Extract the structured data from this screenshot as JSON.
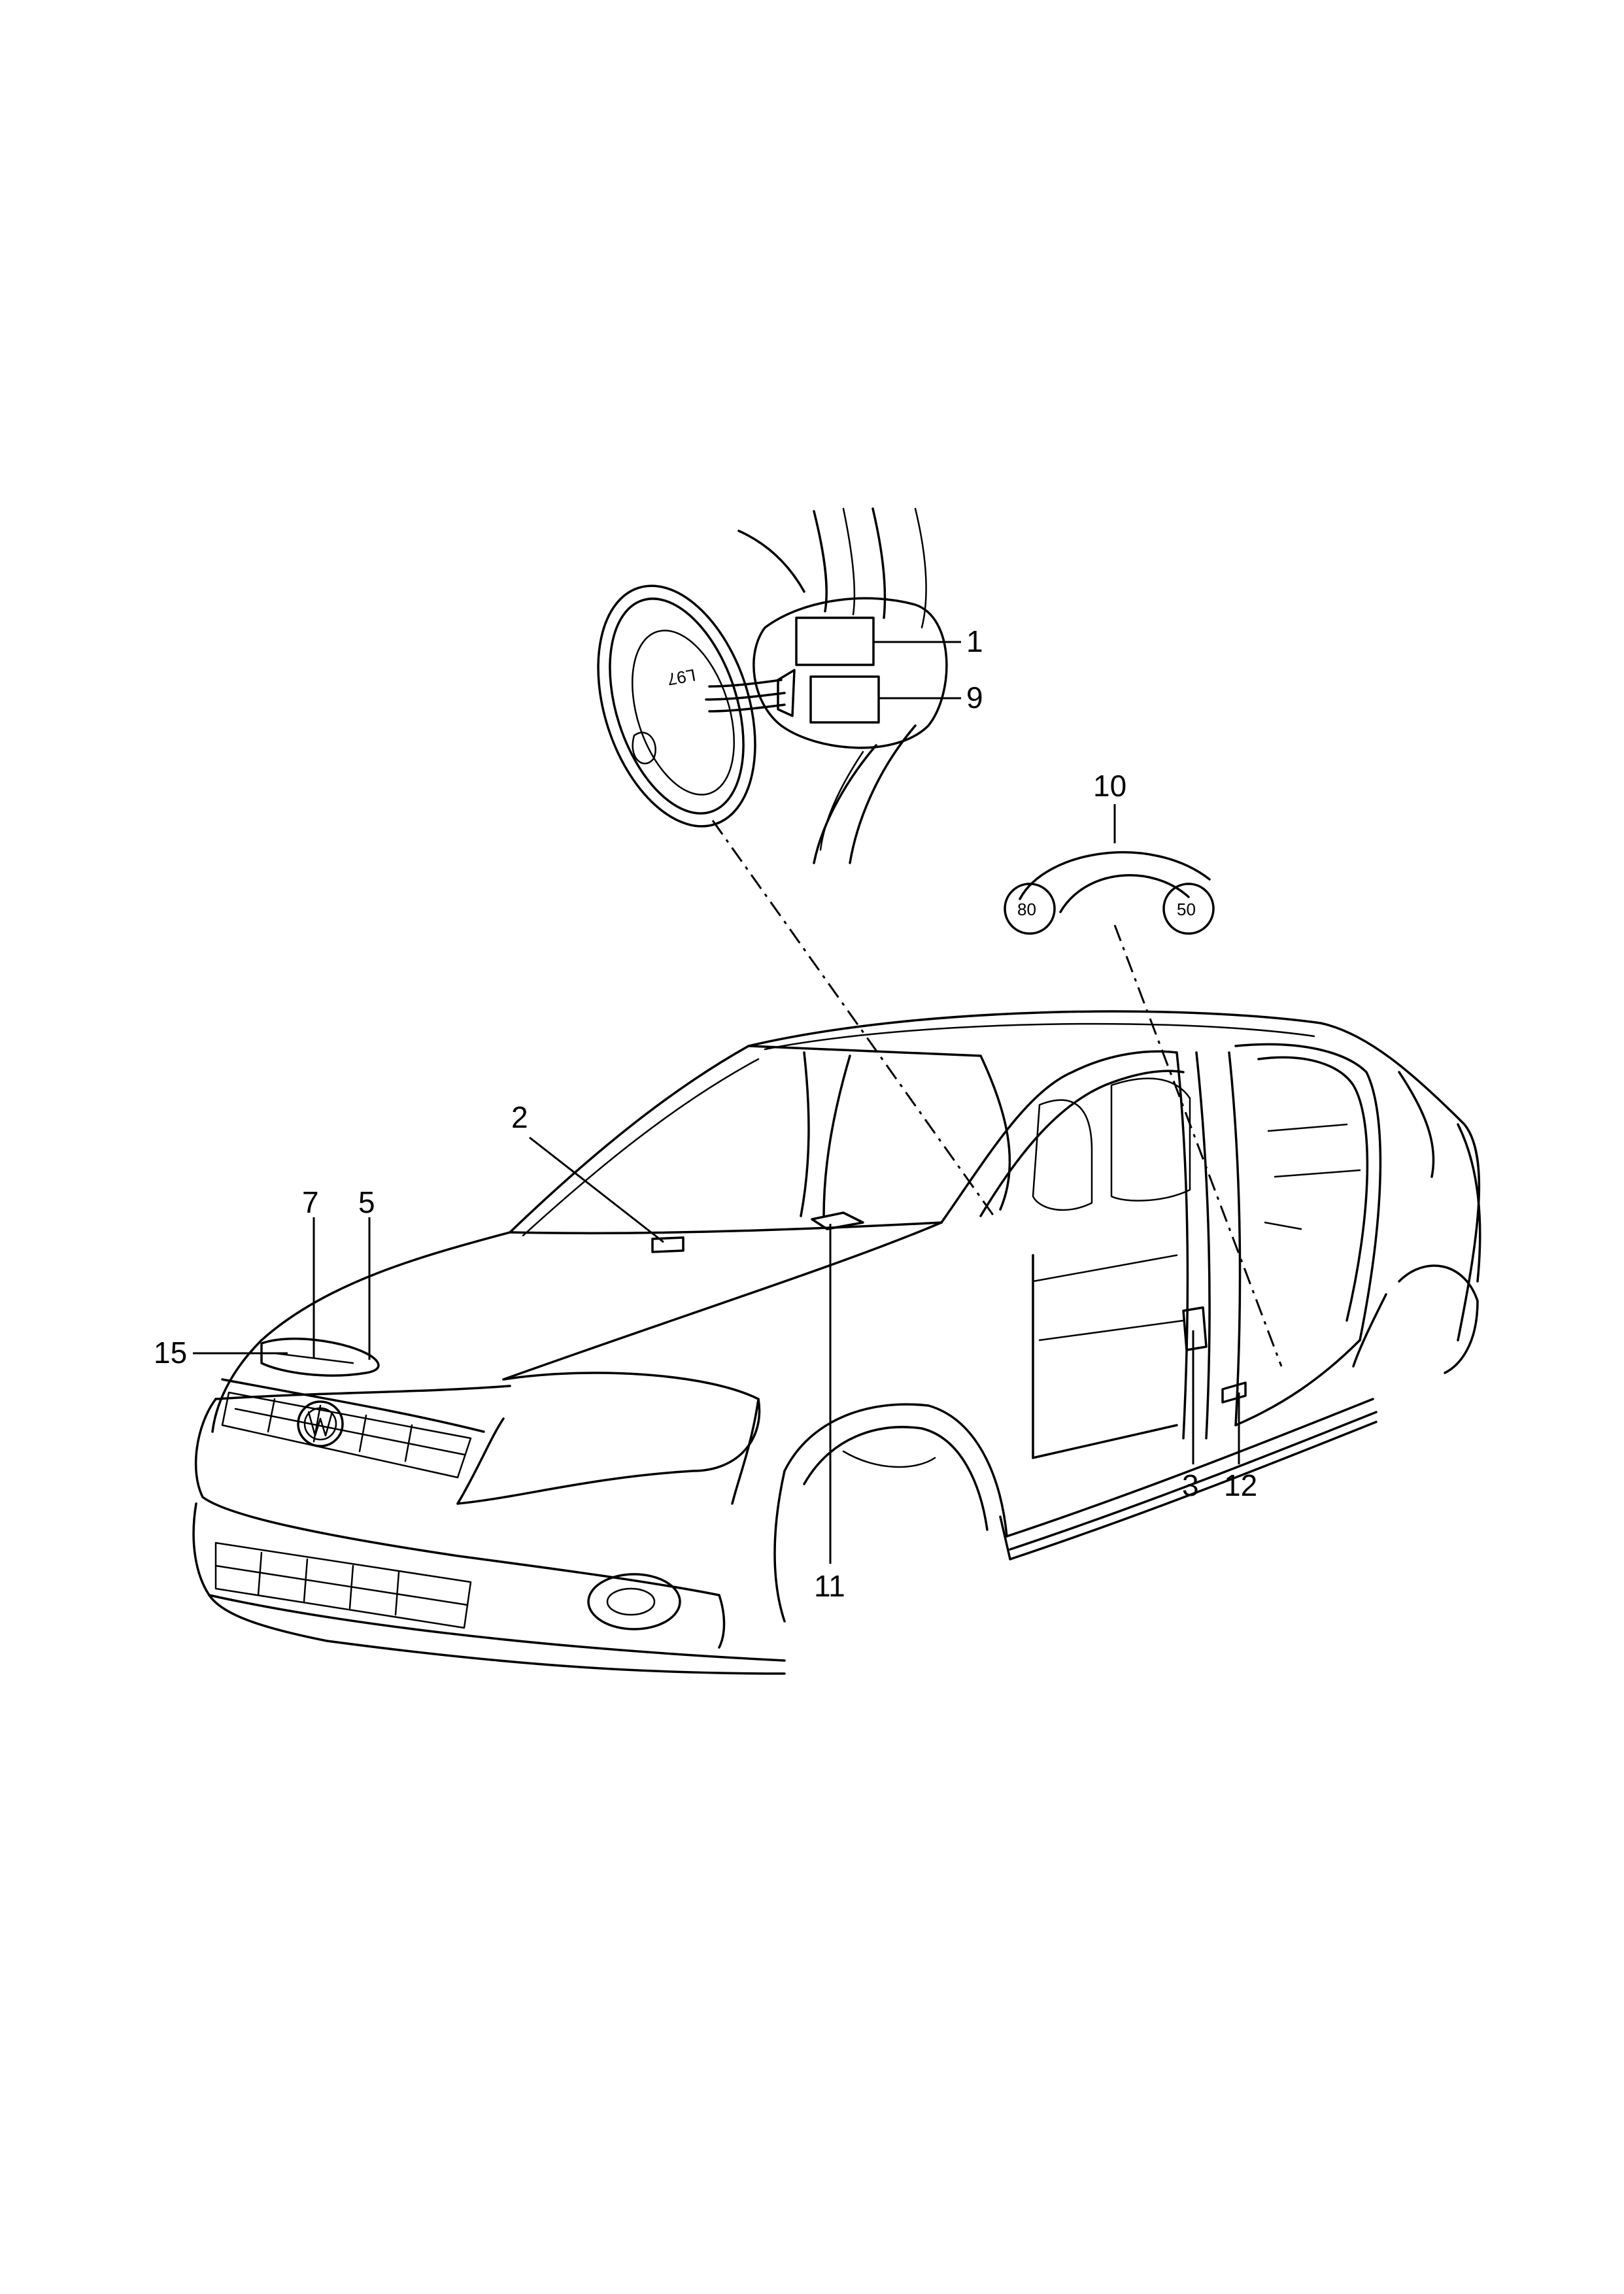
{
  "callouts": {
    "c1": "1",
    "c2": "2",
    "c3": "3",
    "c5": "5",
    "c7": "7",
    "c9": "9",
    "c10": "10",
    "c11": "11",
    "c12": "12",
    "c15": "15"
  },
  "fuel_cap_text": "L97",
  "tyre_sticker": {
    "left_value": "80",
    "right_value": "50"
  }
}
